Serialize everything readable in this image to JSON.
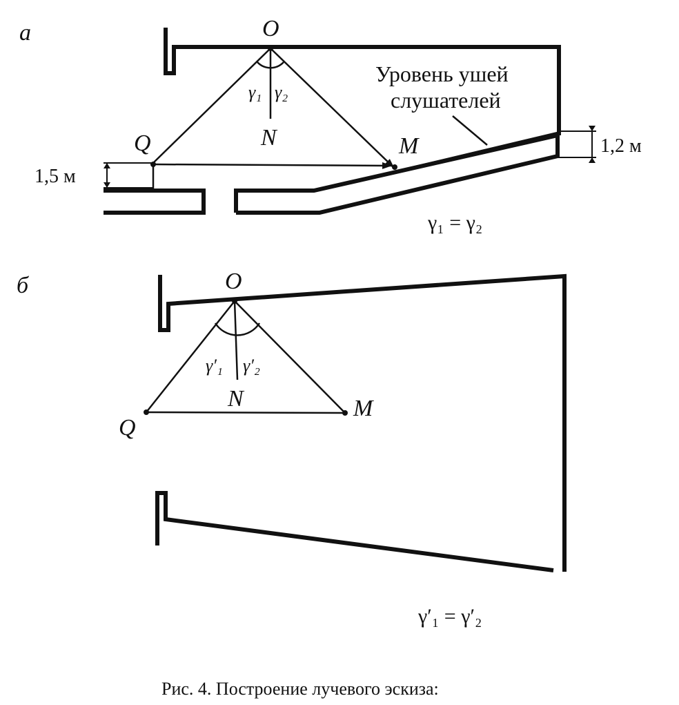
{
  "panel_a": {
    "letter": "а",
    "points": {
      "O": "O",
      "Q": "Q",
      "N": "N",
      "M": "M"
    },
    "angle1": "γ₁",
    "angle2": "γ₂",
    "ear_level": {
      "line1": "Уровень ушей",
      "line2": "слушателей"
    },
    "dim_left": "1,5 м",
    "dim_right": "1,2 м",
    "equation": "γ₁ = γ₂"
  },
  "panel_b": {
    "letter": "б",
    "points": {
      "O": "O",
      "Q": "Q",
      "N": "N",
      "M": "M"
    },
    "angle1": "γ′₁",
    "angle2": "γ′₂",
    "equation": "γ′₁ = γ′₂"
  },
  "caption": "Рис. 4. Построение лучевого эскиза:"
}
